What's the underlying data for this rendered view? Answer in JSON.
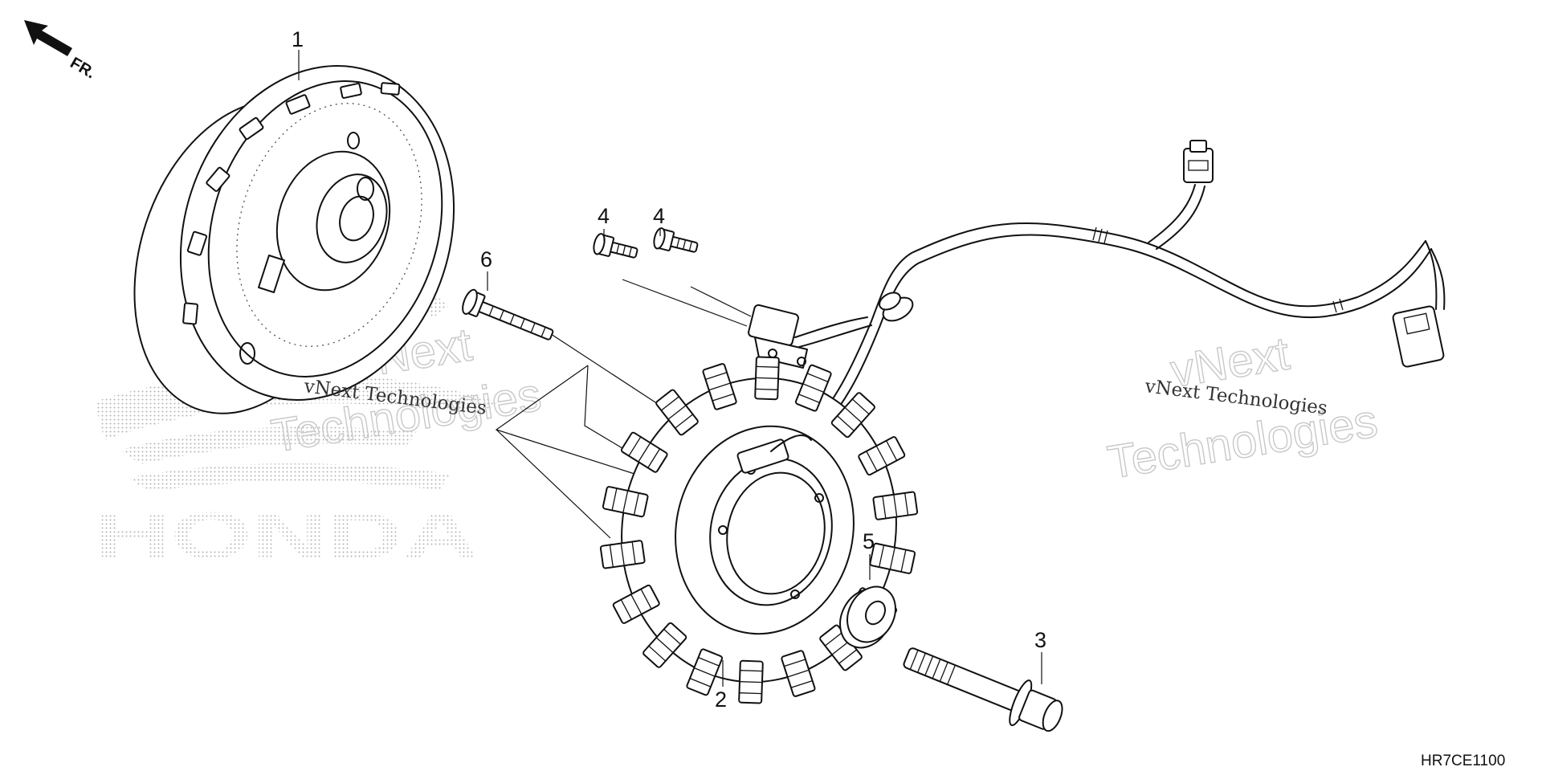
{
  "orientation": {
    "arrow_label": "FR."
  },
  "callouts": [
    {
      "id": "flywheel",
      "label": "1"
    },
    {
      "id": "stator",
      "label": "2"
    },
    {
      "id": "flange-bolt",
      "label": "3"
    },
    {
      "id": "bolt-a",
      "label": "4"
    },
    {
      "id": "bolt-b",
      "label": "4"
    },
    {
      "id": "washer",
      "label": "5"
    },
    {
      "id": "stator-bolt",
      "label": "6"
    }
  ],
  "watermarks": {
    "brand_logo": "HONDA",
    "left_serif": "vNext Technologies",
    "left_outline_line1": "vNext",
    "left_outline_line2": "Technologies",
    "right_serif": "vNext Technologies",
    "right_outline_line1": "vNext",
    "right_outline_line2": "Technologies"
  },
  "reference_code": "HR7CE1100",
  "colors": {
    "line": "#111111",
    "watermark": "#c8c8c8",
    "background": "#ffffff"
  }
}
